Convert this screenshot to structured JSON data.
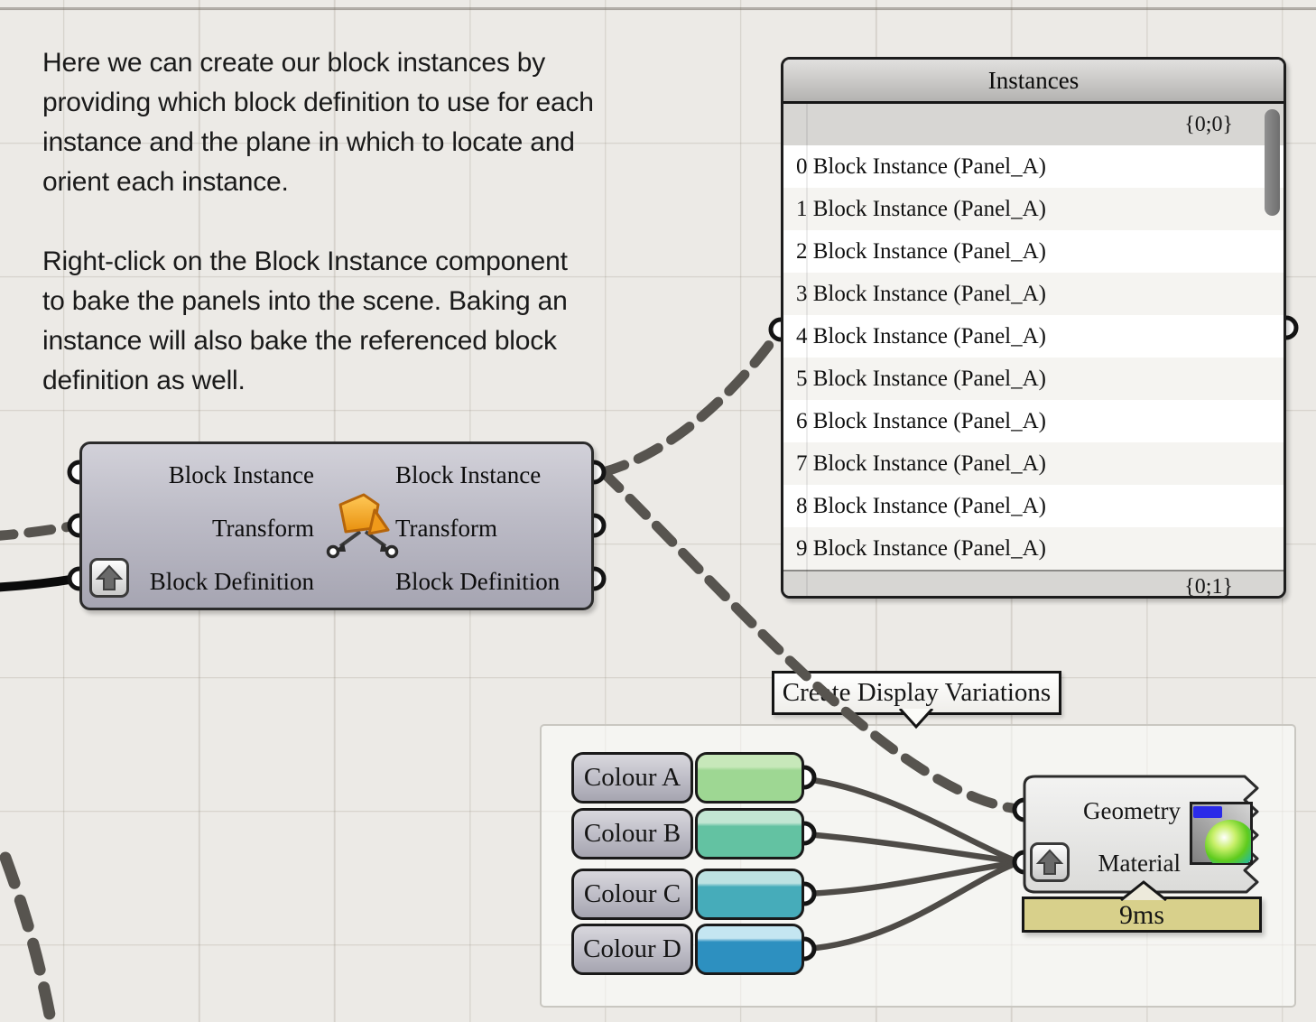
{
  "annotation": {
    "para1": "Here we can create our block instances by\nproviding which block definition to use for each\ninstance and the plane in which to locate and\norient each instance.",
    "para2": "Right-click on the Block Instance component\nto bake the panels into the scene. Baking an\ninstance will also bake the referenced block\ndefinition as well."
  },
  "block_instance_component": {
    "inputs": [
      "Block Instance",
      "Transform",
      "Block Definition"
    ],
    "outputs": [
      "Block Instance",
      "Transform",
      "Block Definition"
    ]
  },
  "instances_panel": {
    "title": "Instances",
    "path_top": "{0;0}",
    "path_bottom": "{0;1}",
    "items": [
      "0 Block Instance (Panel_A)",
      "1 Block Instance (Panel_A)",
      "2 Block Instance (Panel_A)",
      "3 Block Instance (Panel_A)",
      "4 Block Instance (Panel_A)",
      "5 Block Instance (Panel_A)",
      "6 Block Instance (Panel_A)",
      "7 Block Instance (Panel_A)",
      "8 Block Instance (Panel_A)",
      "9 Block Instance (Panel_A)"
    ]
  },
  "group": {
    "label": "Create Display Variations"
  },
  "colour_params": [
    {
      "label": "Colour A",
      "top": "#C7E8BA",
      "main": "#9ED793"
    },
    {
      "label": "Colour B",
      "top": "#C2E6D3",
      "main": "#63C2A2"
    },
    {
      "label": "Colour C",
      "top": "#BDE2E2",
      "main": "#46ACBA"
    },
    {
      "label": "Colour D",
      "top": "#C4E6F1",
      "main": "#2D90C0"
    }
  ],
  "preview_component": {
    "inputs": [
      "Geometry",
      "Material"
    ],
    "runtime": "9ms"
  },
  "colors": {
    "canvas_bg": "#ECEAE6",
    "wire_dark": "#57544F",
    "wire_black": "#0B0B0B",
    "component_body": "#B4B3BF",
    "panel_path_row": "#D7D6D3",
    "runtime_badge": "#D8D08B",
    "block_icon_orange": "#F5A126"
  }
}
